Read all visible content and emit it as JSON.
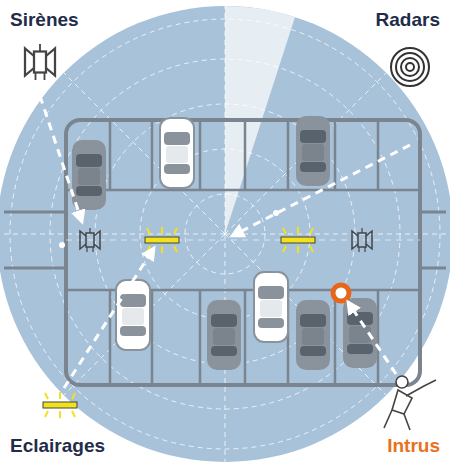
{
  "diagram": {
    "labels": [
      "Sirènes",
      "Radars",
      "Eclairages",
      "Intrus"
    ]
  }
}
